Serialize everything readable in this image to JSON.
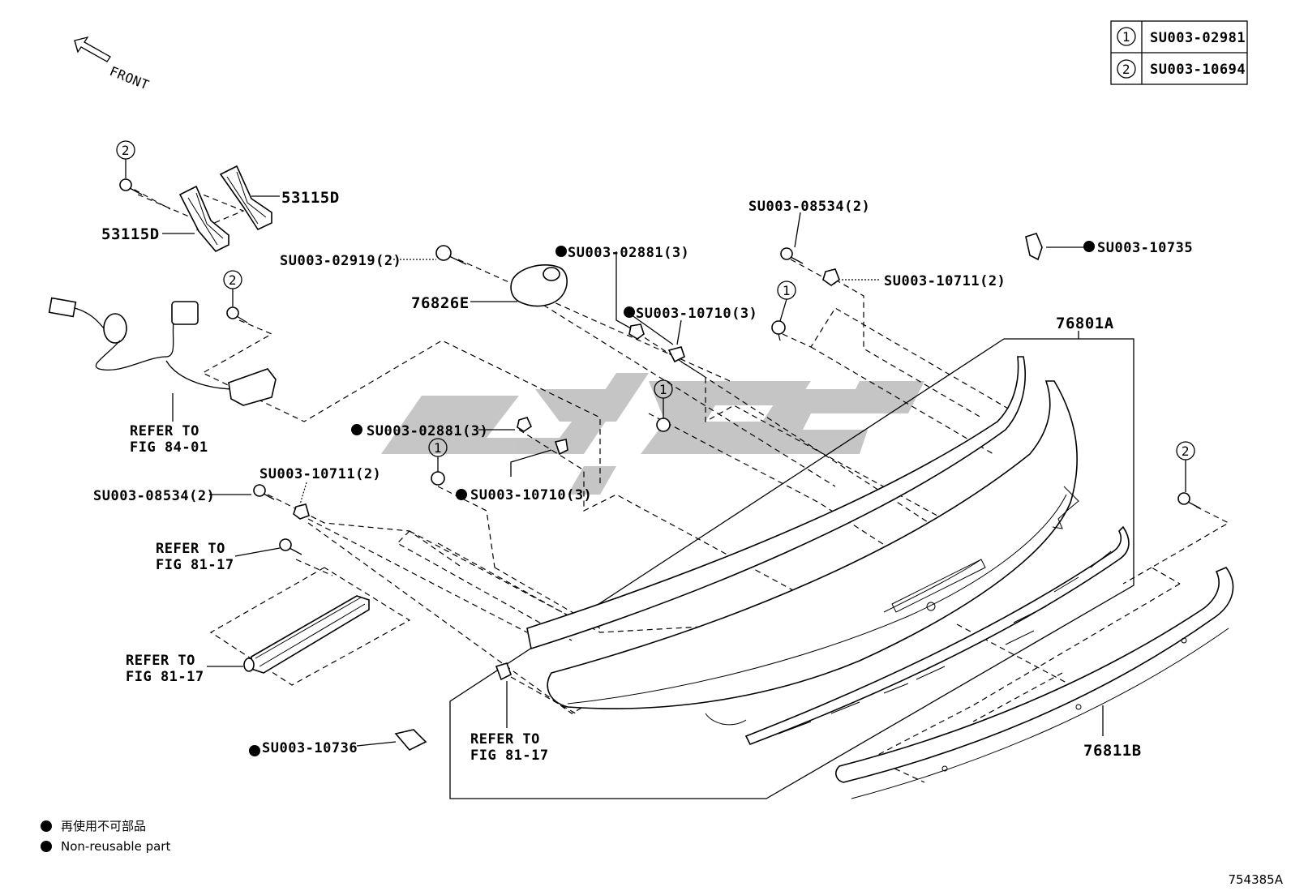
{
  "front_label": "FRONT",
  "ref_table": [
    {
      "num": "1",
      "code": "SU003-02981"
    },
    {
      "num": "2",
      "code": "SU003-10694"
    }
  ],
  "callouts": {
    "c1": "2",
    "c2": "2",
    "c3": "1",
    "c4": "1",
    "c5": "1",
    "c6": "2"
  },
  "labels": {
    "bracket_right": "53115D",
    "bracket_left": "53115D",
    "bolt_02919": "SU003-02919(2)",
    "nut_02881_top": "SU003-02881(3)",
    "lamp_76826e": "76826E",
    "clip_10710_top": "SU003-10710(3)",
    "screw_08534_top": "SU003-08534(2)",
    "nut_10711_top": "SU003-10711(2)",
    "clip_10735": "SU003-10735",
    "assy_76801a": "76801A",
    "refer_84_line1": "REFER TO",
    "refer_84_line2": "FIG 84-01",
    "nut_02881_mid": "SU003-02881(3)",
    "nut_10711_left": "SU003-10711(2)",
    "screw_08534_left": "SU003-08534(2)",
    "clip_10710_mid": "SU003-10710(3)",
    "refer_8117a_line1": "REFER TO",
    "refer_8117a_line2": "FIG 81-17",
    "refer_8117b_line1": "REFER TO",
    "refer_8117b_line2": "FIG 81-17",
    "refer_8117c_line1": "REFER TO",
    "refer_8117c_line2": "FIG 81-17",
    "clip_10736": "SU003-10736",
    "garnish_76811b": "76811B"
  },
  "legend": {
    "jp": "再使用不可部品",
    "en": "Non-reusable part"
  },
  "figure_id": "754385A",
  "colors": {
    "line": "#000000",
    "background": "#ffffff",
    "watermark": "#bdbdbd"
  }
}
